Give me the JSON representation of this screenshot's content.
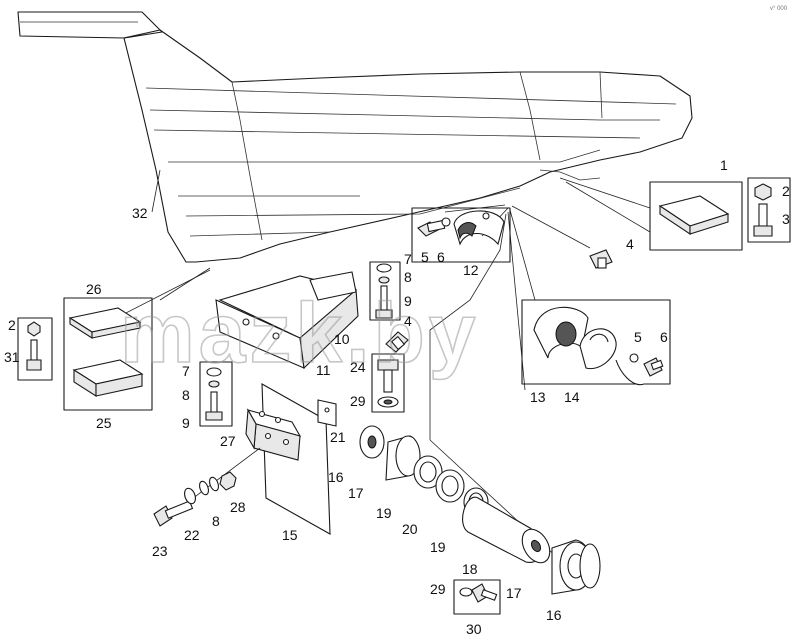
{
  "diagram": {
    "watermark": "mazk.by",
    "corner_mark": "v° 000",
    "callouts": [
      {
        "id": "c1",
        "text": "1"
      },
      {
        "id": "c2a",
        "text": "2"
      },
      {
        "id": "c3",
        "text": "3"
      },
      {
        "id": "c32",
        "text": "32"
      },
      {
        "id": "c5a",
        "text": "5"
      },
      {
        "id": "c6a",
        "text": "6"
      },
      {
        "id": "c12",
        "text": "12"
      },
      {
        "id": "c4a",
        "text": "4"
      },
      {
        "id": "c26",
        "text": "26"
      },
      {
        "id": "c2b",
        "text": "2"
      },
      {
        "id": "c31",
        "text": "31"
      },
      {
        "id": "c25",
        "text": "25"
      },
      {
        "id": "c7a",
        "text": "7"
      },
      {
        "id": "c8a",
        "text": "8"
      },
      {
        "id": "c9a",
        "text": "9"
      },
      {
        "id": "c10",
        "text": "10"
      },
      {
        "id": "c4b",
        "text": "4"
      },
      {
        "id": "c11",
        "text": "11"
      },
      {
        "id": "c24",
        "text": "24"
      },
      {
        "id": "c29a",
        "text": "29"
      },
      {
        "id": "c7b",
        "text": "7"
      },
      {
        "id": "c8b",
        "text": "8"
      },
      {
        "id": "c9b",
        "text": "9"
      },
      {
        "id": "c27",
        "text": "27"
      },
      {
        "id": "c21",
        "text": "21"
      },
      {
        "id": "c13",
        "text": "13"
      },
      {
        "id": "c14",
        "text": "14"
      },
      {
        "id": "c5b",
        "text": "5"
      },
      {
        "id": "c6b",
        "text": "6"
      },
      {
        "id": "c16a",
        "text": "16"
      },
      {
        "id": "c17a",
        "text": "17"
      },
      {
        "id": "c19a",
        "text": "19"
      },
      {
        "id": "c20",
        "text": "20"
      },
      {
        "id": "c19b",
        "text": "19"
      },
      {
        "id": "c15",
        "text": "15"
      },
      {
        "id": "c28",
        "text": "28"
      },
      {
        "id": "c8c",
        "text": "8"
      },
      {
        "id": "c22",
        "text": "22"
      },
      {
        "id": "c23",
        "text": "23"
      },
      {
        "id": "c18",
        "text": "18"
      },
      {
        "id": "c17b",
        "text": "17"
      },
      {
        "id": "c16b",
        "text": "16"
      },
      {
        "id": "c29b",
        "text": "29"
      },
      {
        "id": "c30",
        "text": "30"
      }
    ]
  }
}
